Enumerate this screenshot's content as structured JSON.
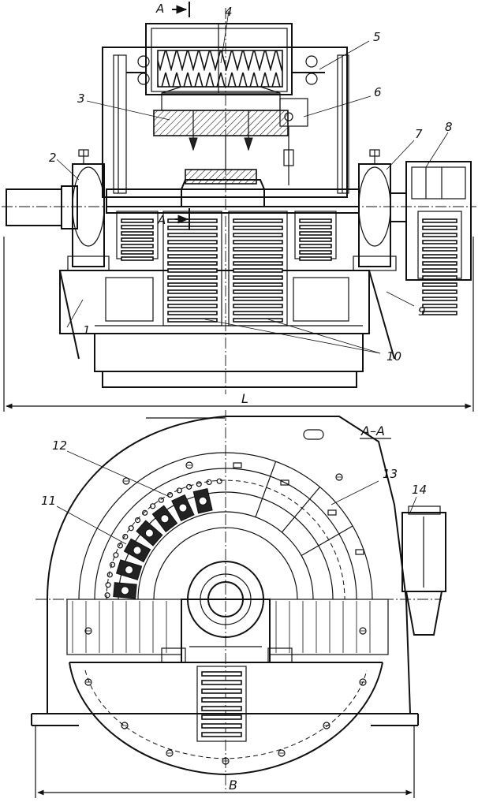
{
  "labels": {
    "n1": "1",
    "n2": "2",
    "n3": "3",
    "n4": "4",
    "n5": "5",
    "n6": "6",
    "n7": "7",
    "n8": "8",
    "n9": "9",
    "n10": "10",
    "n11": "11",
    "n12": "12",
    "n13": "13",
    "n14": "14",
    "section_top": "A",
    "section_mid": "A",
    "section_title": "A–A",
    "dim_L": "L",
    "dim_B": "B"
  }
}
